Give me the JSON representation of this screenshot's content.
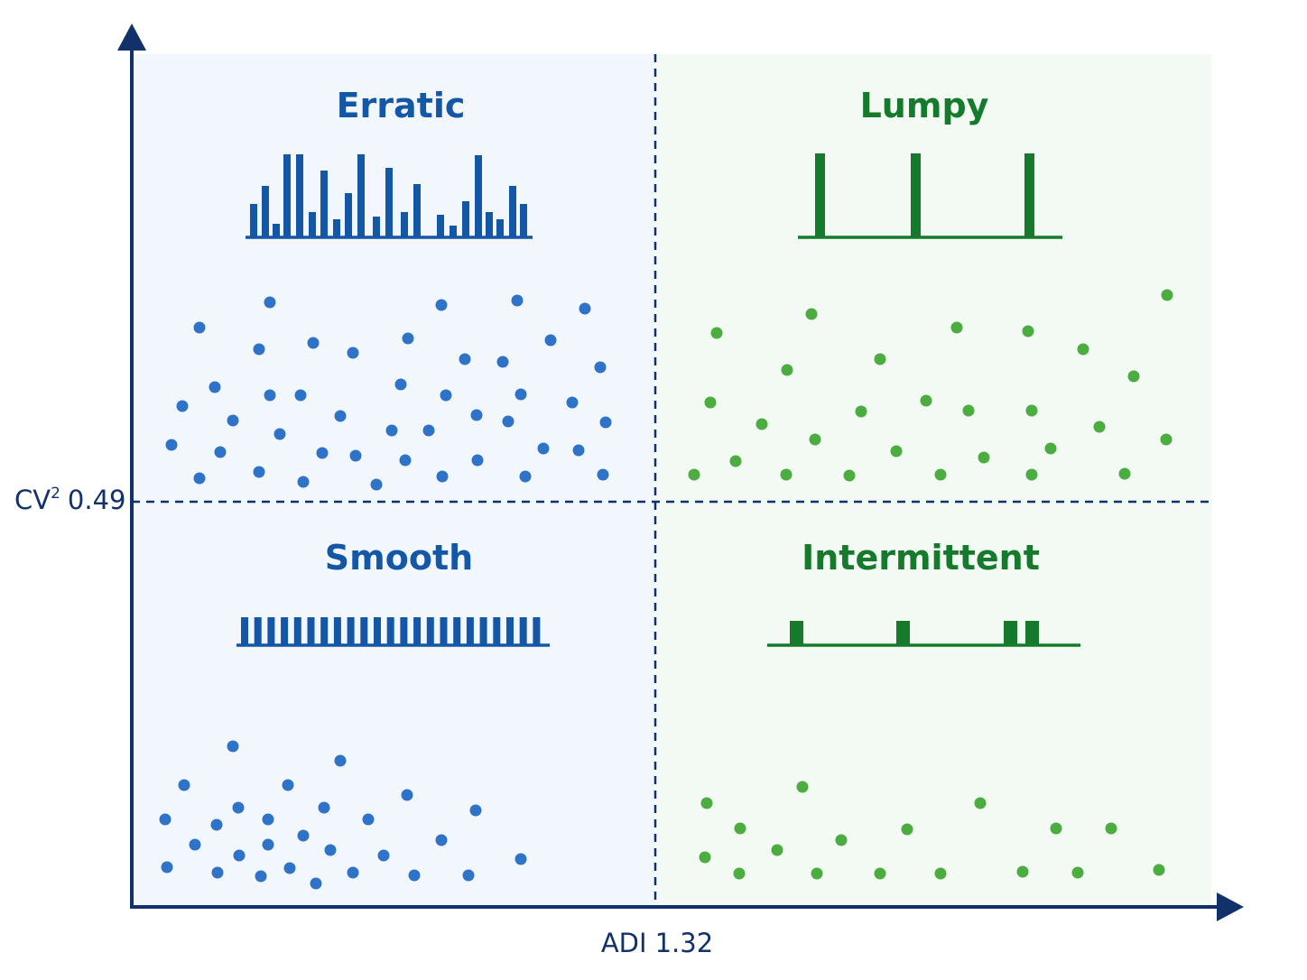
{
  "axes": {
    "y_label": "CV",
    "y_superscript": "2",
    "y_threshold": "0.49",
    "x_label": "ADI",
    "x_threshold": "1.32"
  },
  "quadrants": {
    "erratic": {
      "title": "Erratic"
    },
    "lumpy": {
      "title": "Lumpy"
    },
    "smooth": {
      "title": "Smooth"
    },
    "intermittent": {
      "title": "Intermittent"
    }
  },
  "colors": {
    "axis": "#12316b",
    "blue": "#1457a6",
    "blue_dot": "#2f73c9",
    "green": "#157a2c",
    "green_dot": "#4bad3f",
    "left_bg": "#f2f7fd",
    "right_bg": "#f3f9f3"
  }
}
